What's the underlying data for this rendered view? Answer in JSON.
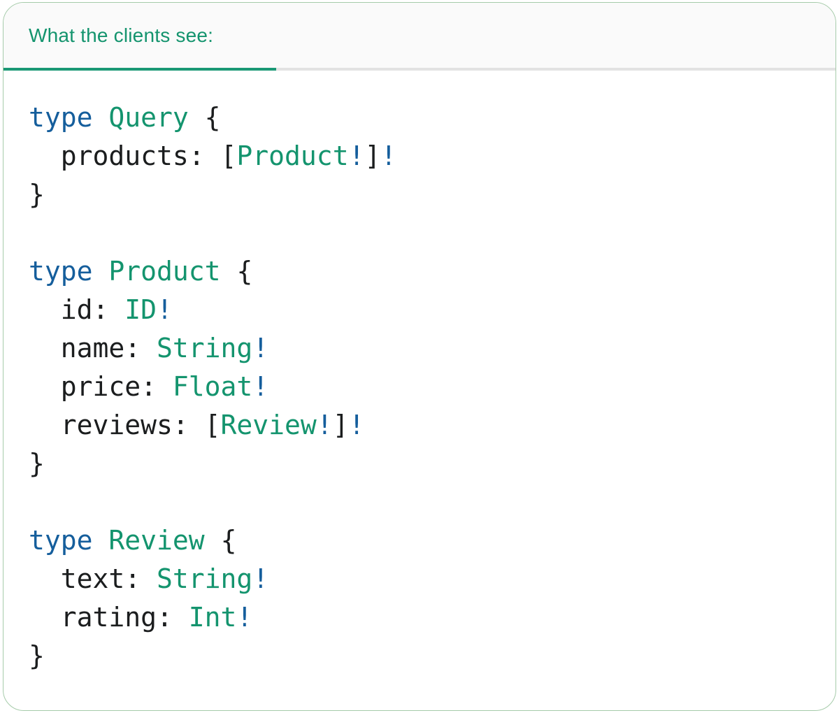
{
  "colors": {
    "teal": "#14946E",
    "blue": "#155E9C",
    "dark": "#1B1D1E",
    "tab_underline": "#1A9875",
    "separator": "#E2E2E2",
    "header_bg": "#FAFAFA",
    "card_border": "#A6CBAA",
    "card_bg": "#FFFFFF"
  },
  "tab": {
    "label": "What the clients see:"
  },
  "code": {
    "language": "graphql",
    "lines": [
      {
        "tokens": [
          {
            "t": "type",
            "c": "keyword"
          },
          {
            "t": " ",
            "c": "plain"
          },
          {
            "t": "Query",
            "c": "typename"
          },
          {
            "t": " {",
            "c": "plain"
          }
        ]
      },
      {
        "tokens": [
          {
            "t": "  products: [",
            "c": "plain"
          },
          {
            "t": "Product",
            "c": "typename"
          },
          {
            "t": "!",
            "c": "bang"
          },
          {
            "t": "]",
            "c": "plain"
          },
          {
            "t": "!",
            "c": "bang"
          }
        ]
      },
      {
        "tokens": [
          {
            "t": "}",
            "c": "plain"
          }
        ]
      },
      {
        "tokens": []
      },
      {
        "tokens": [
          {
            "t": "type",
            "c": "keyword"
          },
          {
            "t": " ",
            "c": "plain"
          },
          {
            "t": "Product",
            "c": "typename"
          },
          {
            "t": " {",
            "c": "plain"
          }
        ]
      },
      {
        "tokens": [
          {
            "t": "  id: ",
            "c": "plain"
          },
          {
            "t": "ID",
            "c": "typename"
          },
          {
            "t": "!",
            "c": "bang"
          }
        ]
      },
      {
        "tokens": [
          {
            "t": "  name: ",
            "c": "plain"
          },
          {
            "t": "String",
            "c": "typename"
          },
          {
            "t": "!",
            "c": "bang"
          }
        ]
      },
      {
        "tokens": [
          {
            "t": "  price: ",
            "c": "plain"
          },
          {
            "t": "Float",
            "c": "typename"
          },
          {
            "t": "!",
            "c": "bang"
          }
        ]
      },
      {
        "tokens": [
          {
            "t": "  reviews: [",
            "c": "plain"
          },
          {
            "t": "Review",
            "c": "typename"
          },
          {
            "t": "!",
            "c": "bang"
          },
          {
            "t": "]",
            "c": "plain"
          },
          {
            "t": "!",
            "c": "bang"
          }
        ]
      },
      {
        "tokens": [
          {
            "t": "}",
            "c": "plain"
          }
        ]
      },
      {
        "tokens": []
      },
      {
        "tokens": [
          {
            "t": "type",
            "c": "keyword"
          },
          {
            "t": " ",
            "c": "plain"
          },
          {
            "t": "Review",
            "c": "typename"
          },
          {
            "t": " {",
            "c": "plain"
          }
        ]
      },
      {
        "tokens": [
          {
            "t": "  text: ",
            "c": "plain"
          },
          {
            "t": "String",
            "c": "typename"
          },
          {
            "t": "!",
            "c": "bang"
          }
        ]
      },
      {
        "tokens": [
          {
            "t": "  rating: ",
            "c": "plain"
          },
          {
            "t": "Int",
            "c": "typename"
          },
          {
            "t": "!",
            "c": "bang"
          }
        ]
      },
      {
        "tokens": [
          {
            "t": "}",
            "c": "plain"
          }
        ]
      }
    ]
  }
}
